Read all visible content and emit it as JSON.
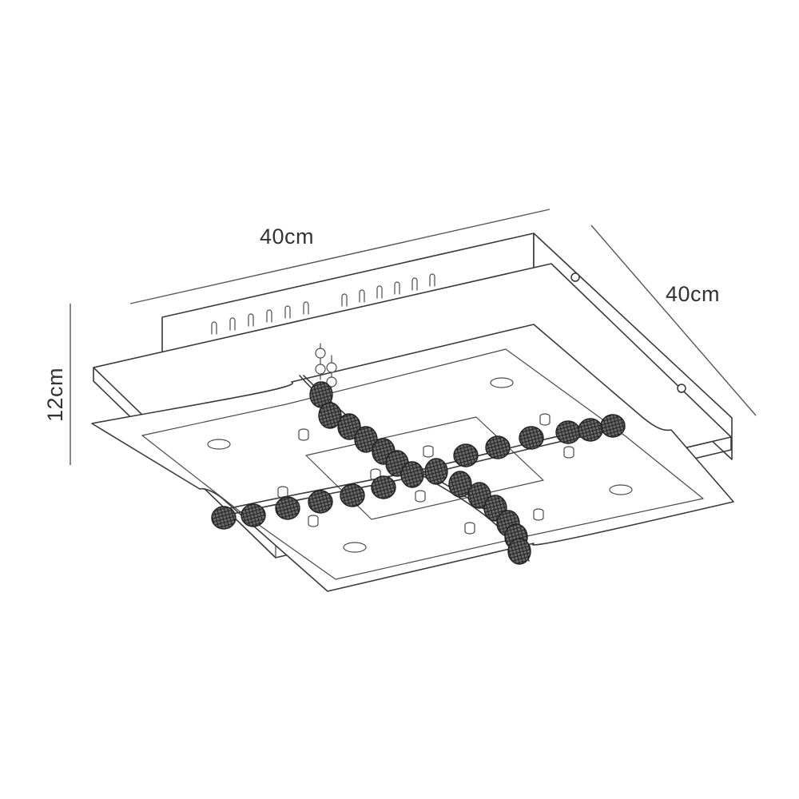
{
  "dimensions": {
    "width_label": "40cm",
    "depth_label": "40cm",
    "height_label": "12cm"
  },
  "product": {
    "icon": "ceiling-light-line-drawing"
  },
  "colors": {
    "line": "#3a3a3a",
    "text": "#333333",
    "background": "#ffffff"
  }
}
